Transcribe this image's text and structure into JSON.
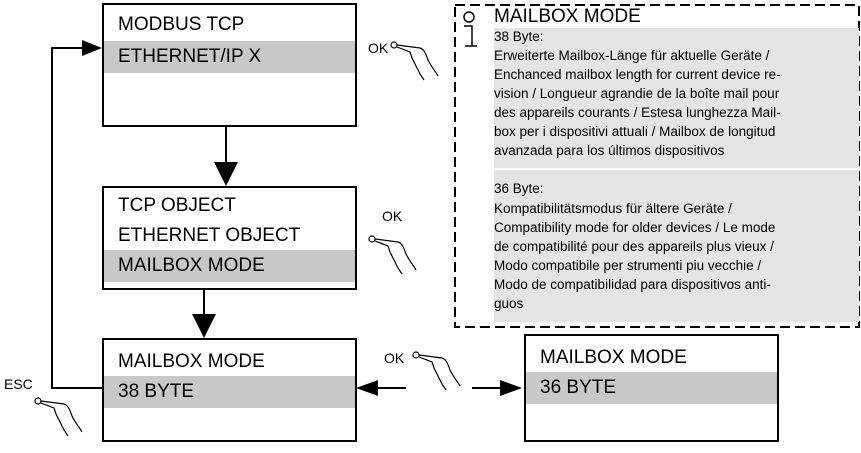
{
  "screen_top": {
    "lines": [
      "MODBUS TCP",
      "ETHERNET/IP   X"
    ],
    "selected_index": 1
  },
  "screen_middle": {
    "lines": [
      "TCP OBJECT",
      "ETHERNET OBJECT",
      "MAILBOX MODE"
    ],
    "selected_index": 2
  },
  "screen_bottom_left": {
    "lines": [
      "MAILBOX MODE",
      "38 BYTE"
    ],
    "selected_index": 1
  },
  "screen_bottom_right": {
    "lines": [
      "MAILBOX MODE",
      "36 BYTE"
    ],
    "selected_index": 1
  },
  "labels": {
    "ok_top": "OK",
    "ok_middle": "OK",
    "ok_bottom": "OK",
    "esc": "ESC"
  },
  "info_box": {
    "title": "MAILBOX MODE",
    "section_38_heading": "38 Byte:",
    "section_38_lines": [
      "Erweiterte Mailbox-Länge für aktuelle Geräte /",
      "Enchanced mailbox length for current device re-",
      "vision / Longueur agrandie de la boîte mail pour",
      "des appareils courants / Estesa lunghezza Mail-",
      "box per i dispositivi attuali / Mailbox de longitud",
      "avanzada para los últimos dispositivos"
    ],
    "section_36_heading": "36 Byte:",
    "section_36_lines": [
      "Kompatibilitätsmodus für ältere Geräte /",
      "Compatibility mode for older devices / Le mode",
      "de compatibilité pour des appareils plus vieux /",
      "Modo compatibile per strumenti piu vecchie /",
      "Modo de compatibilidad para dispositivos anti-",
      "guos"
    ]
  },
  "colors": {
    "selection": "#c8c8c8",
    "info_band": "#e4e4e4",
    "line": "#000000"
  },
  "icons": [
    "pointing-hand-icon",
    "info-icon"
  ]
}
